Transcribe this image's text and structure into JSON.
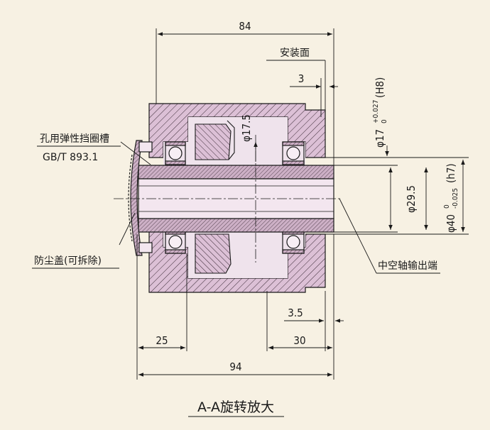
{
  "colors": {
    "background": "#f7f1e3",
    "housing": "#dcc0d6",
    "line": "#1a1a1a"
  },
  "dimensions": {
    "overall_top": "84",
    "overall_bottom": "94",
    "left_25": "25",
    "right_30": "30",
    "gap_3": "3",
    "gap_3_5": "3.5",
    "bore_17_5": "φ17.5",
    "dia_29_5": "φ29.5",
    "bore_h8": {
      "prefix": "φ17",
      "upper": "+0.027",
      "lower": "0",
      "fit": "(H8)"
    },
    "shaft_h7": {
      "prefix": "φ40",
      "upper": "0",
      "lower": "-0.025",
      "fit": "(h7)"
    }
  },
  "labels": {
    "mount_face": "安装面",
    "retaining_ring_groove": "孔用弹性挡圈槽",
    "standard": "GB/T 893.1",
    "dust_cover": "防尘盖(可拆除)",
    "hollow_output": "中空轴输出端"
  },
  "caption": "A-A旋转放大"
}
